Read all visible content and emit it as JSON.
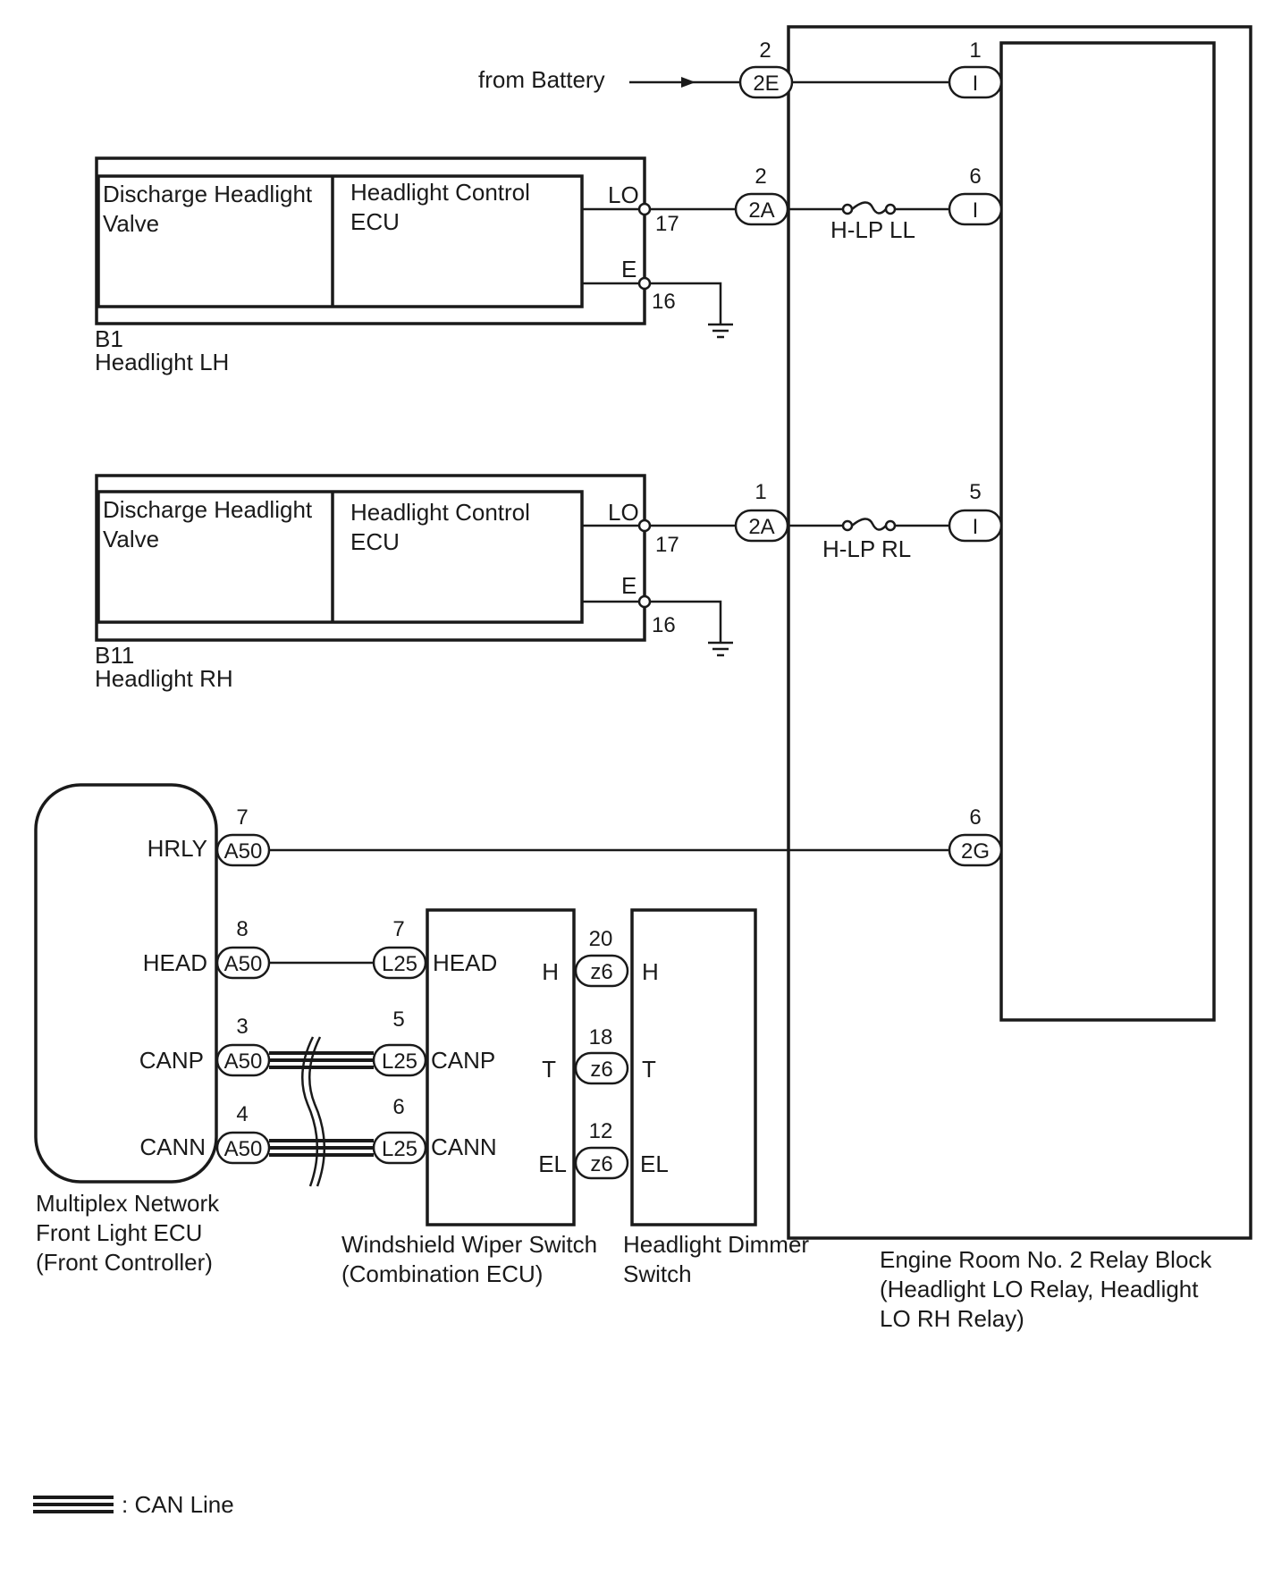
{
  "battery": {
    "label": "from Battery",
    "connector": "2E",
    "pin": "2"
  },
  "relay_block": {
    "name": "Engine Room No. 2 Relay Block",
    "name2": "(Headlight LO Relay, Headlight",
    "name3": "LO RH Relay)",
    "pins": [
      {
        "connector": "I",
        "pin": "1"
      },
      {
        "connector": "I",
        "pin": "6"
      },
      {
        "connector": "I",
        "pin": "5"
      },
      {
        "connector": "2G",
        "pin": "6"
      }
    ]
  },
  "headlight_lh": {
    "code": "B1",
    "name": "Headlight LH",
    "valve_line1": "Discharge Headlight",
    "valve_line2": "Valve",
    "ecu_line1": "Headlight Control",
    "ecu_line2": "ECU",
    "lo_label": "LO",
    "lo_pin": "17",
    "e_label": "E",
    "e_pin": "16",
    "conn": "2A",
    "conn_pin": "2",
    "fuse": "H-LP LL"
  },
  "headlight_rh": {
    "code": "B11",
    "name": "Headlight RH",
    "valve_line1": "Discharge Headlight",
    "valve_line2": "Valve",
    "ecu_line1": "Headlight Control",
    "ecu_line2": "ECU",
    "lo_label": "LO",
    "lo_pin": "17",
    "e_label": "E",
    "e_pin": "16",
    "conn": "2A",
    "conn_pin": "1",
    "fuse": "H-LP RL"
  },
  "front_ecu": {
    "name1": "Multiplex Network",
    "name2": "Front Light ECU",
    "name3": "(Front Controller)",
    "connector": "A50",
    "terminals": [
      {
        "label": "HRLY",
        "pin": "7"
      },
      {
        "label": "HEAD",
        "pin": "8"
      },
      {
        "label": "CANP",
        "pin": "3"
      },
      {
        "label": "CANN",
        "pin": "4"
      }
    ]
  },
  "wiper_switch": {
    "name1": "Windshield Wiper Switch",
    "name2": "(Combination ECU)",
    "connector": "L25",
    "terminals": [
      {
        "label": "HEAD",
        "pin": "7"
      },
      {
        "label": "CANP",
        "pin": "5"
      },
      {
        "label": "CANN",
        "pin": "6"
      }
    ],
    "right_labels": [
      "H",
      "T",
      "EL"
    ]
  },
  "dimmer_switch": {
    "name1": "Headlight Dimmer",
    "name2": "Switch",
    "connector": "z6",
    "terminals": [
      {
        "label": "H",
        "pin": "20"
      },
      {
        "label": "T",
        "pin": "18"
      },
      {
        "label": "EL",
        "pin": "12"
      }
    ]
  },
  "legend": {
    "label": ": CAN Line"
  }
}
